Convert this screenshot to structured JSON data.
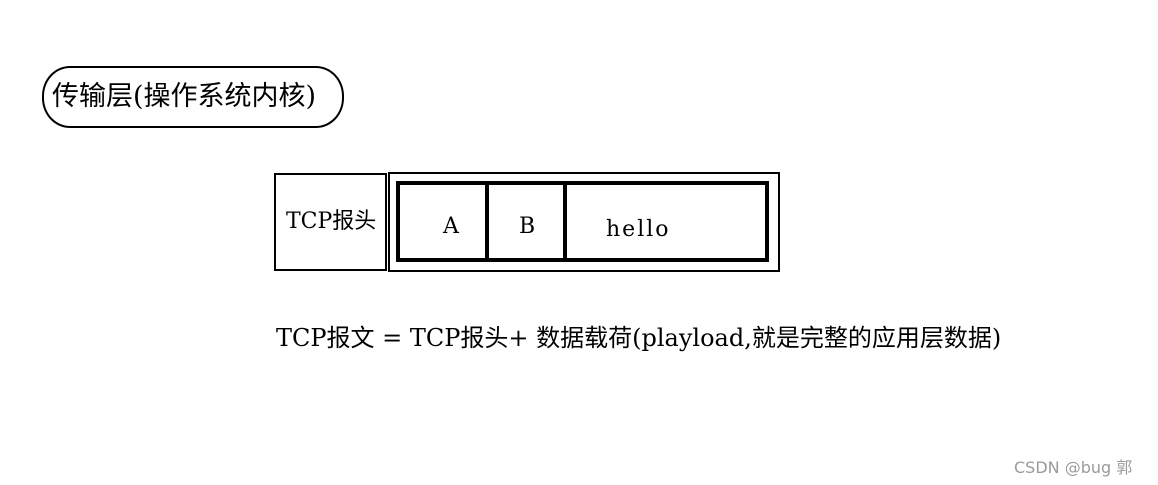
{
  "layer_label": "传输层(操作系统内核)",
  "tcp_segment": {
    "header_label": "TCP报头",
    "payload_cells": [
      "A",
      "B",
      "hello"
    ]
  },
  "formula": "TCP报文 = TCP报头+ 数据载荷(playload,就是完整的应用层数据)",
  "watermark": "CSDN @bug 郭"
}
